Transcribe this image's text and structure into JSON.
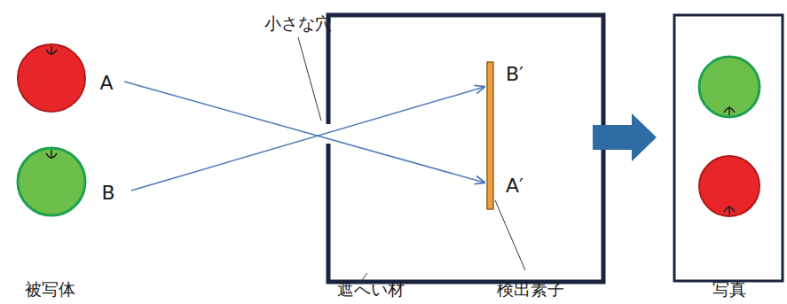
{
  "diagram": {
    "labels": [
      "小さな穴",
      "A",
      "B",
      "B′",
      "A′",
      "被写体",
      "遮へい材",
      "検出素子",
      "写真"
    ]
  }
}
